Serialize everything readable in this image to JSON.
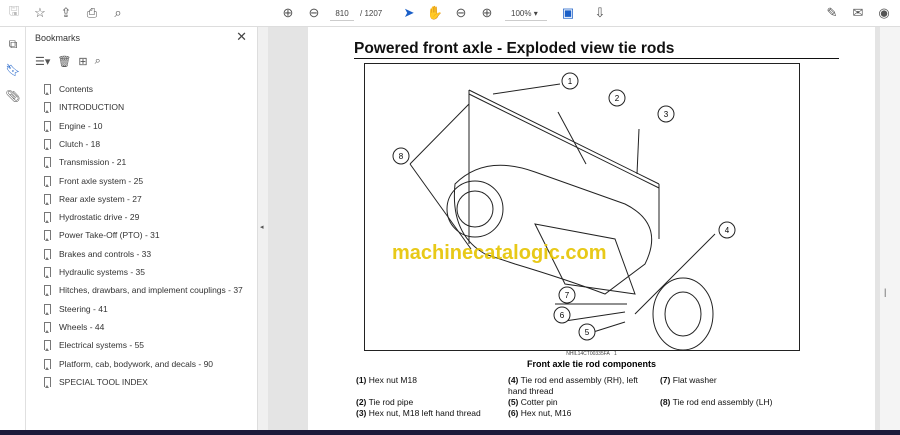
{
  "toolbar": {
    "page_current": "810",
    "page_total": "/ 1207",
    "zoom": "100%"
  },
  "bookmarks": {
    "title": "Bookmarks",
    "items": [
      "Contents",
      "INTRODUCTION",
      "Engine - 10",
      "Clutch - 18",
      "Transmission - 21",
      "Front axle system - 25",
      "Rear axle system - 27",
      "Hydrostatic drive - 29",
      "Power Take-Off (PTO) - 31",
      "Brakes and controls - 33",
      "Hydraulic systems - 35",
      "Hitches, drawbars, and implement couplings - 37",
      "Steering - 41",
      "Wheels - 44",
      "Electrical systems - 55",
      "Platform, cab, bodywork, and decals - 90",
      "SPECIAL TOOL INDEX"
    ]
  },
  "document": {
    "title": "Powered front axle - Exploded view tie rods",
    "watermark": "machinecatalogic.com",
    "figure_id": "NHIL14CT00335FA",
    "figure_num": "1",
    "figure_caption": "Front axle tie rod components",
    "callouts": [
      "1",
      "2",
      "3",
      "4",
      "5",
      "6",
      "7",
      "8"
    ],
    "parts": [
      {
        "num": "(1)",
        "text": "Hex nut M18"
      },
      {
        "num": "(2)",
        "text": "Tie rod pipe"
      },
      {
        "num": "(3)",
        "text": "Hex nut, M18 left hand thread"
      },
      {
        "num": "(4)",
        "text": "Tie rod end assembly (RH), left hand thread"
      },
      {
        "num": "(5)",
        "text": "Cotter pin"
      },
      {
        "num": "(6)",
        "text": "Hex nut, M16"
      },
      {
        "num": "(7)",
        "text": "Flat washer"
      },
      {
        "num": "(8)",
        "text": "Tie rod end assembly (LH)"
      }
    ]
  }
}
